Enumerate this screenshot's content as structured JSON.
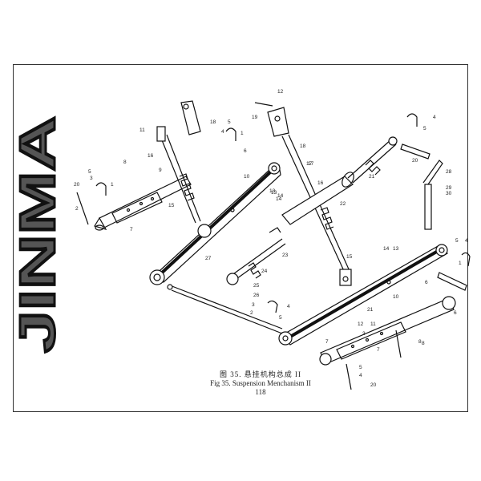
{
  "logo": {
    "text": "JINMA"
  },
  "caption": {
    "chinese": "图 35. 悬挂机构总成 II",
    "english": "Fig 35. Suspension Menchanism II",
    "page": "118"
  },
  "part_numbers": [
    "12",
    "19",
    "18",
    "11",
    "16",
    "5",
    "4",
    "1",
    "6",
    "9",
    "8",
    "5",
    "3",
    "20",
    "1",
    "7",
    "2",
    "13",
    "14",
    "10",
    "17",
    "15",
    "15",
    "27",
    "18",
    "17",
    "16",
    "22",
    "21",
    "4",
    "5",
    "20",
    "28",
    "29",
    "30",
    "13",
    "14",
    "23",
    "24",
    "25",
    "26",
    "3",
    "4",
    "5",
    "2",
    "6",
    "8",
    "7",
    "21",
    "14",
    "13",
    "5",
    "4",
    "1",
    "10",
    "6",
    "12",
    "11",
    "3",
    "5",
    "4",
    "7",
    "8",
    "20"
  ]
}
